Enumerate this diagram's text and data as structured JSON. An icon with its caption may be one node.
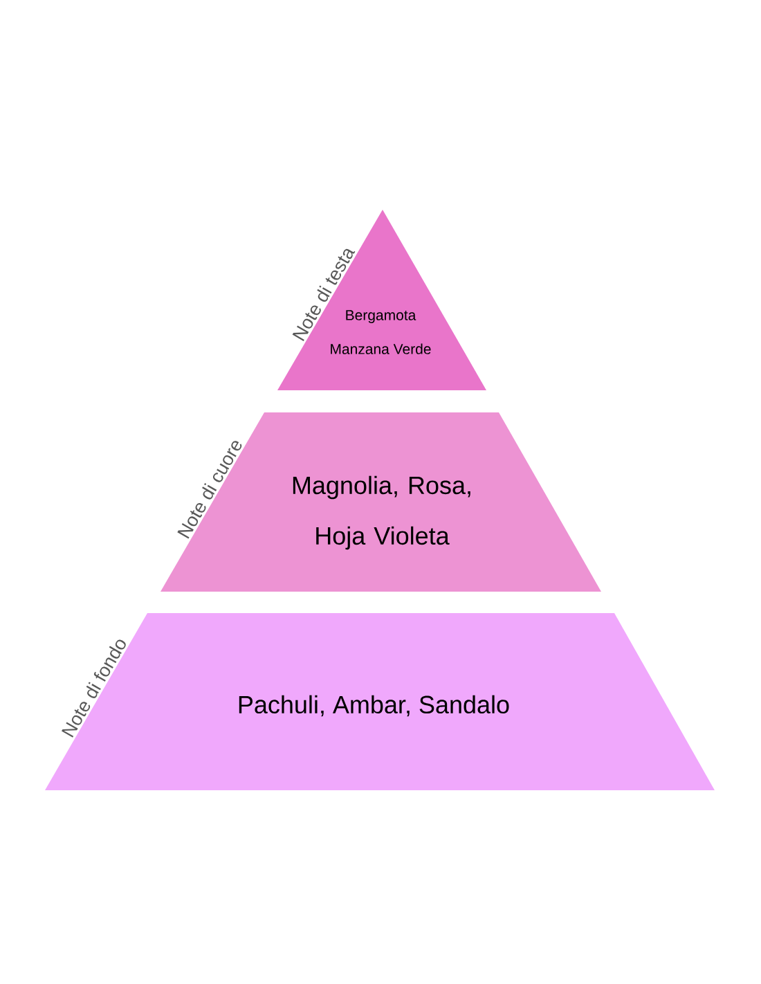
{
  "diagram": {
    "nodes": [
      {
        "text": [
          "Note di testa",
          "Bergamota",
          "Manzana Verde"
        ]
      },
      {
        "text": [
          "Note di cuore",
          "Magnolia, Rosa, Hoja Violeta"
        ]
      },
      {
        "text": [
          "Note di fondo",
          "Pachuli, Ambar, Sandalo"
        ]
      }
    ]
  }
}
